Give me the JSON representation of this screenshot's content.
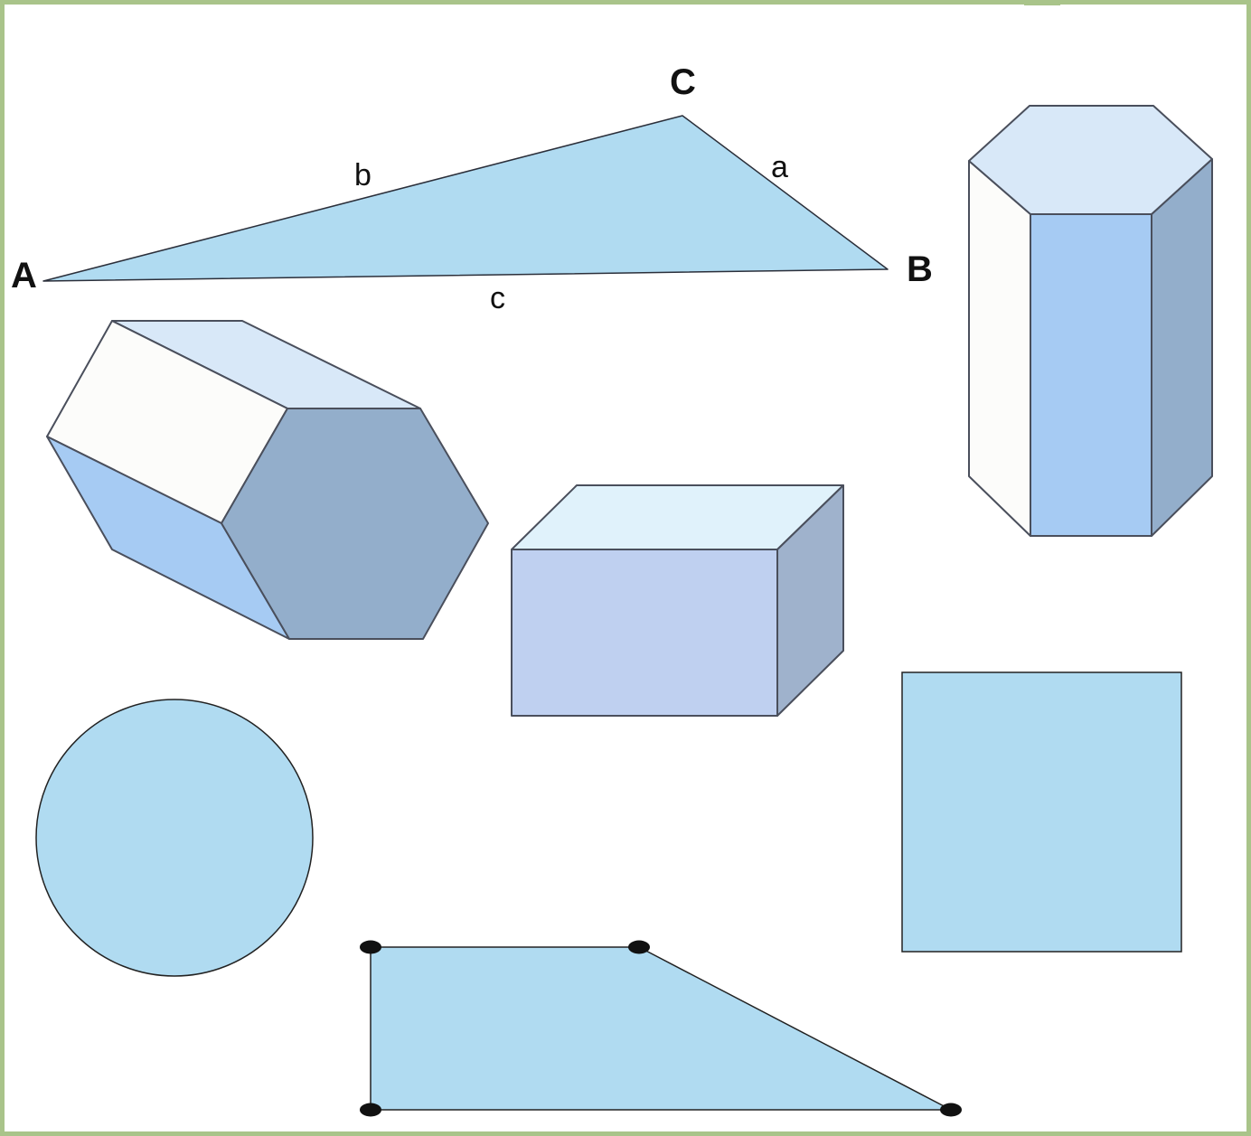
{
  "triangle": {
    "vertices": {
      "A": "A",
      "B": "B",
      "C": "C"
    },
    "sides": {
      "a": "a",
      "b": "b",
      "c": "c"
    }
  },
  "shapes": [
    "triangle",
    "hexagonal-prism-horizontal",
    "hexagonal-prism-vertical",
    "rectangular-prism",
    "circle",
    "square",
    "trapezoid"
  ],
  "colors": {
    "frame": "#a9c48a",
    "flat_fill": "#b0dbf1",
    "outline": "#4a4f5c",
    "face_light": "#d8e8f8",
    "face_white": "#fcfcfa",
    "face_blue": "#a6cbf3",
    "face_dark": "#93aecb",
    "box_front": "#bfd0f0",
    "box_top": "#e0f2fb",
    "box_side": "#9fb2cc",
    "dot": "#111111"
  }
}
